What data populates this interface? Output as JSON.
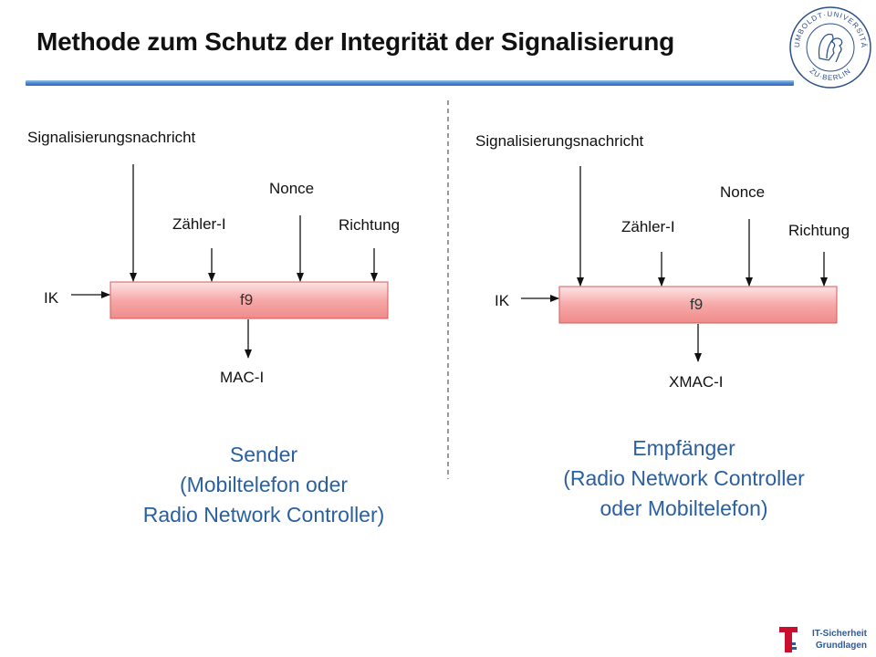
{
  "slide": {
    "title": "Methode zum Schutz der Integrität der Signalisierung",
    "footer": {
      "line1": "IT-Sicherheit",
      "line2": "Grundlagen"
    },
    "logo": {
      "text": "HUMBOLDT-UNIVERSITÄT ZU BERLIN"
    }
  },
  "sender": {
    "message": "Signalisierungsnachricht",
    "counter": "Zähler-I",
    "nonce": "Nonce",
    "direction": "Richtung",
    "key": "IK",
    "function": "f9",
    "output": "MAC-I",
    "caption": {
      "line1": "Sender",
      "line2": "(Mobiltelefon oder",
      "line3": "Radio Network Controller)"
    }
  },
  "receiver": {
    "message": "Signalisierungsnachricht",
    "counter": "Zähler-I",
    "nonce": "Nonce",
    "direction": "Richtung",
    "key": "IK",
    "function": "f9",
    "output": "XMAC-I",
    "caption": {
      "line1": "Empfänger",
      "line2": "(Radio Network Controller",
      "line3": "oder Mobiltelefon)"
    }
  },
  "colors": {
    "box_fill": "#f6a8a8",
    "box_edge": "#d45a5a",
    "caption": "#2a5fa0",
    "rule": "#4a88cf"
  }
}
